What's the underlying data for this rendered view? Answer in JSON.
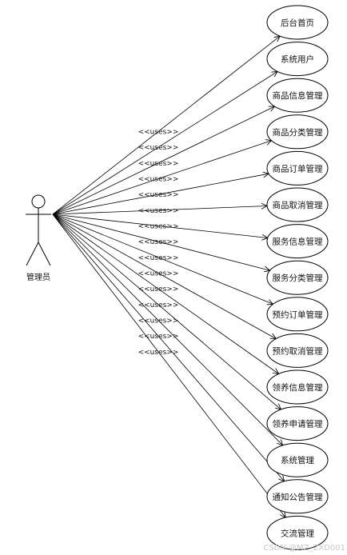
{
  "actor": {
    "label": "管理员"
  },
  "stereotype": "<<uses>>",
  "use_cases": [
    "后台首页",
    "系统用户",
    "商品信息管理",
    "商品分类管理",
    "商品订单管理",
    "商品取消管理",
    "服务信息管理",
    "服务分类管理",
    "预约订单管理",
    "预约取消管理",
    "领养信息管理",
    "领养申请管理",
    "系统管理",
    "通知公告管理",
    "交流管理"
  ],
  "watermark": "CSDN @MZ_ZXD001"
}
